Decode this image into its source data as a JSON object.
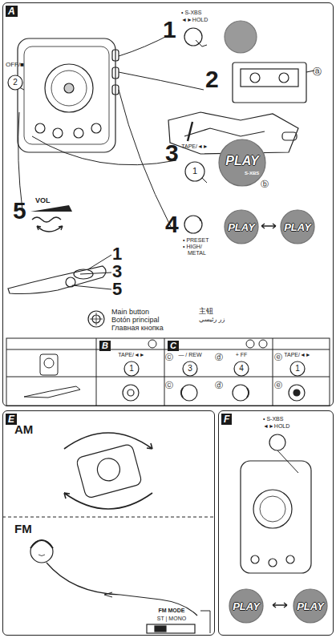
{
  "diagram": {
    "nodes": [
      {
        "text": [
          "A"
        ]
      },
      {
        "text": [
          "OFF/■",
          "2"
        ],
        "in": 0
      },
      {
        "text": [
          "TAPE/◄►",
          "1"
        ],
        "in": 0
      },
      {
        "text": [
          "PLAY",
          "S-XBS",
          "ⓑ"
        ],
        "in": 0
      },
      {
        "text": [
          "PLAY"
        ],
        "in": 0
      },
      {
        "text": [
          "PLAY"
        ],
        "in": 0
      },
      {
        "text": [
          "TAPE/◄►",
          "1"
        ],
        "in": 0
      },
      {
        "text": [
          "— / REW",
          "3"
        ],
        "in": 0
      },
      {
        "text": [
          "+ FF",
          "4"
        ],
        "in": 0
      },
      {
        "text": [
          "TAPE/◄►",
          "1"
        ],
        "in": 0
      },
      {
        "text": [
          "E"
        ]
      },
      {
        "text": [
          "FM MODE",
          "ST | MONO"
        ],
        "in": 10
      },
      {
        "text": [
          "F"
        ]
      },
      {
        "text": [
          "PLAY"
        ],
        "in": 12
      },
      {
        "text": [
          "PLAY"
        ],
        "in": 12
      }
    ],
    "labels": [
      "1",
      "• S-XBS",
      "◄►HOLD",
      "2",
      "ⓐ",
      "3",
      "4",
      "• PRESET",
      "• HIGH/",
      "METAL",
      "5",
      "VOL",
      "1",
      "3",
      "5",
      "Main button",
      "Botón principal",
      "Главная кнопка",
      "主钮",
      "زر رئيسي",
      "B",
      "C",
      "ⓒ",
      "ⓓ",
      "ⓔ",
      "ⓒ",
      "ⓓ",
      "ⓔ",
      "AM",
      "FM",
      "• S-XBS",
      "◄►HOLD"
    ]
  }
}
